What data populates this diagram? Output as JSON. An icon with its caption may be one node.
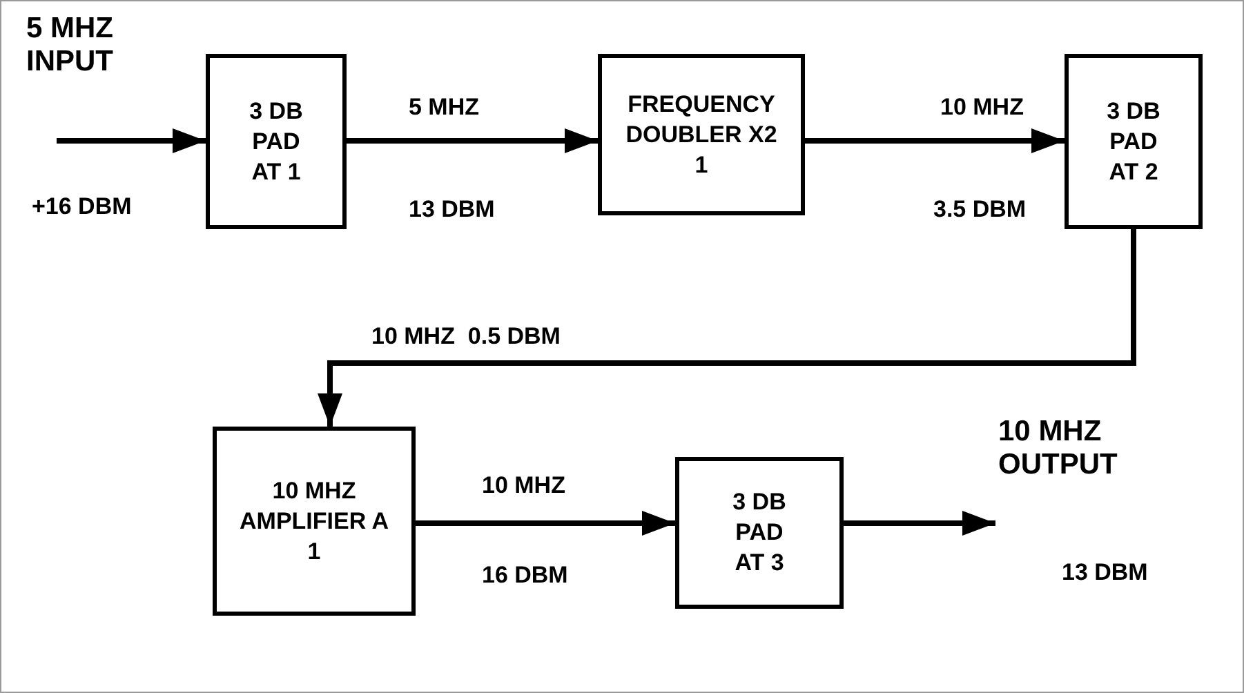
{
  "diagram": {
    "nodes": [
      {
        "text": [
          "3 DB PAD AT 1"
        ]
      },
      {
        "text": [
          "FREQUENCY DOUBLER X2 1"
        ]
      },
      {
        "text": [
          "3 DB PAD AT 2"
        ]
      },
      {
        "text": [
          "10 MHZ AMPLIFIER A 1"
        ]
      },
      {
        "text": [
          "3 DB PAD AT 3"
        ]
      }
    ],
    "edges": [
      {
        "from": null,
        "to": 0,
        "arrow": "to"
      },
      {
        "from": 0,
        "to": 1,
        "arrow": "to"
      },
      {
        "from": 1,
        "to": 2,
        "arrow": "to"
      },
      {
        "from": 2,
        "to": 3,
        "arrow": "to"
      },
      {
        "from": 3,
        "to": 4,
        "arrow": "to"
      },
      {
        "from": 4,
        "to": null,
        "arrow": "to"
      }
    ],
    "labels": [
      "5 MHZ INPUT",
      "+16 DBM",
      "5 MHZ",
      "13 DBM",
      "10 MHZ",
      "3.5 DBM",
      "10 MHZ  0.5 DBM",
      "10 MHZ OUTPUT",
      "10 MHZ",
      "16 DBM",
      "13 DBM"
    ]
  }
}
